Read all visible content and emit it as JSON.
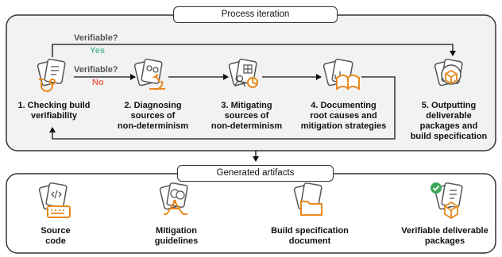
{
  "process": {
    "title": "Process iteration",
    "steps": [
      {
        "label": "1. Checking build\nverifiability",
        "icon": "document-stethoscope-icon"
      },
      {
        "label": "2. Diagnosing\nsources of\nnon-determinism",
        "icon": "document-microscope-icon"
      },
      {
        "label": "3. Mitigating\nsources of\nnon-determinism",
        "icon": "document-person-gear-icon"
      },
      {
        "label": "4. Documenting\nroot causes and\nmitigation strategies",
        "icon": "document-book-icon"
      },
      {
        "label": "5. Outputting\ndeliverable\npackages and\nbuild specification",
        "icon": "document-package-icon"
      }
    ],
    "branch_yes": {
      "question": "Verifiable?",
      "answer": "Yes"
    },
    "branch_no": {
      "question": "Verifiable?",
      "answer": "No"
    }
  },
  "artifacts": {
    "title": "Generated artifacts",
    "items": [
      {
        "label": "Source\ncode",
        "icon": "source-code-keyboard-icon"
      },
      {
        "label": "Mitigation\nguidelines",
        "icon": "guidelines-pen-icon"
      },
      {
        "label": "Build specification\ndocument",
        "icon": "folder-document-icon"
      },
      {
        "label": "Verifiable deliverable\npackages",
        "icon": "verified-package-icon"
      }
    ]
  },
  "colors": {
    "accent_orange": "#e8891e",
    "yes_green": "#5cb8a0",
    "no_red": "#e8684d",
    "check_green": "#3aa655",
    "panel_bg": "#f2f2f2",
    "outline": "#333333"
  }
}
